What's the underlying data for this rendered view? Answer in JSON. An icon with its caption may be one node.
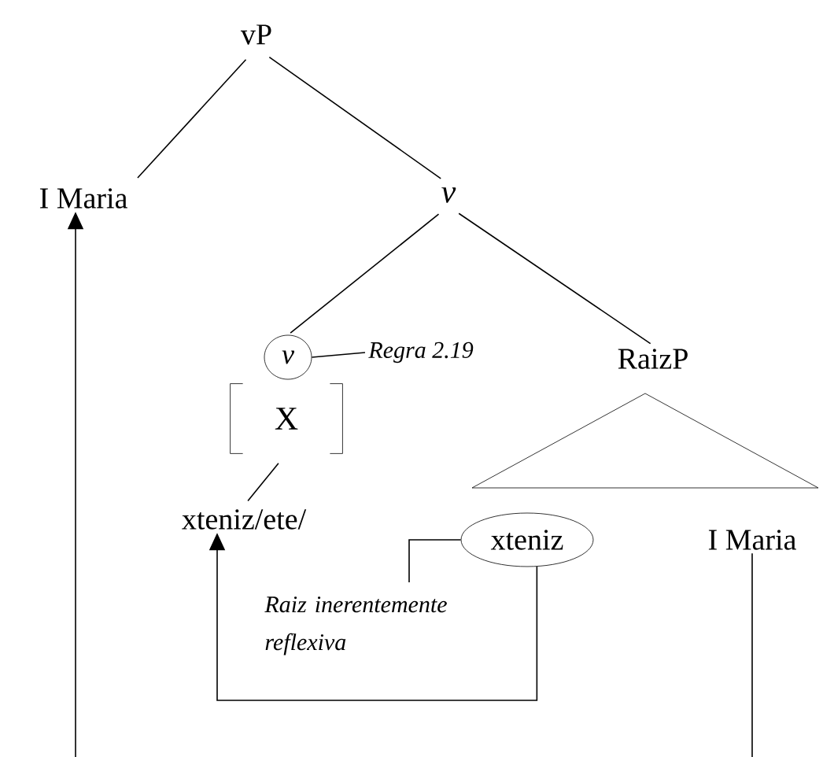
{
  "diagram": {
    "nodes": [
      {
        "text": [
          "vP"
        ]
      },
      {
        "text": [
          "I Maria"
        ]
      },
      {
        "text": [
          "v"
        ]
      },
      {
        "text": [
          "v"
        ]
      },
      {
        "text": [
          "Regra 2.19"
        ]
      },
      {
        "text": [
          "X"
        ]
      },
      {
        "text": [
          "xteniz/ete/"
        ]
      },
      {
        "text": [
          "RaizP"
        ]
      },
      {
        "text": [
          "xteniz"
        ]
      },
      {
        "text": [
          "Raiz inerentemente reflexiva"
        ]
      },
      {
        "text": [
          "I Maria"
        ]
      }
    ],
    "edges": [
      {
        "from": 0,
        "to": 1,
        "arrow": "none"
      },
      {
        "from": 0,
        "to": 2,
        "arrow": "none"
      },
      {
        "from": 2,
        "to": 3,
        "arrow": "none"
      },
      {
        "from": 2,
        "to": 7,
        "arrow": "none"
      },
      {
        "from": 3,
        "to": 4,
        "arrow": "none"
      },
      {
        "from": 5,
        "to": 6,
        "arrow": "none"
      },
      {
        "from": 8,
        "to": 9,
        "arrow": "none"
      },
      {
        "from": 8,
        "to": 6,
        "arrow": "to"
      },
      {
        "from": 10,
        "to": null,
        "arrow": "none"
      },
      {
        "from": null,
        "to": 1,
        "arrow": "to"
      }
    ]
  }
}
